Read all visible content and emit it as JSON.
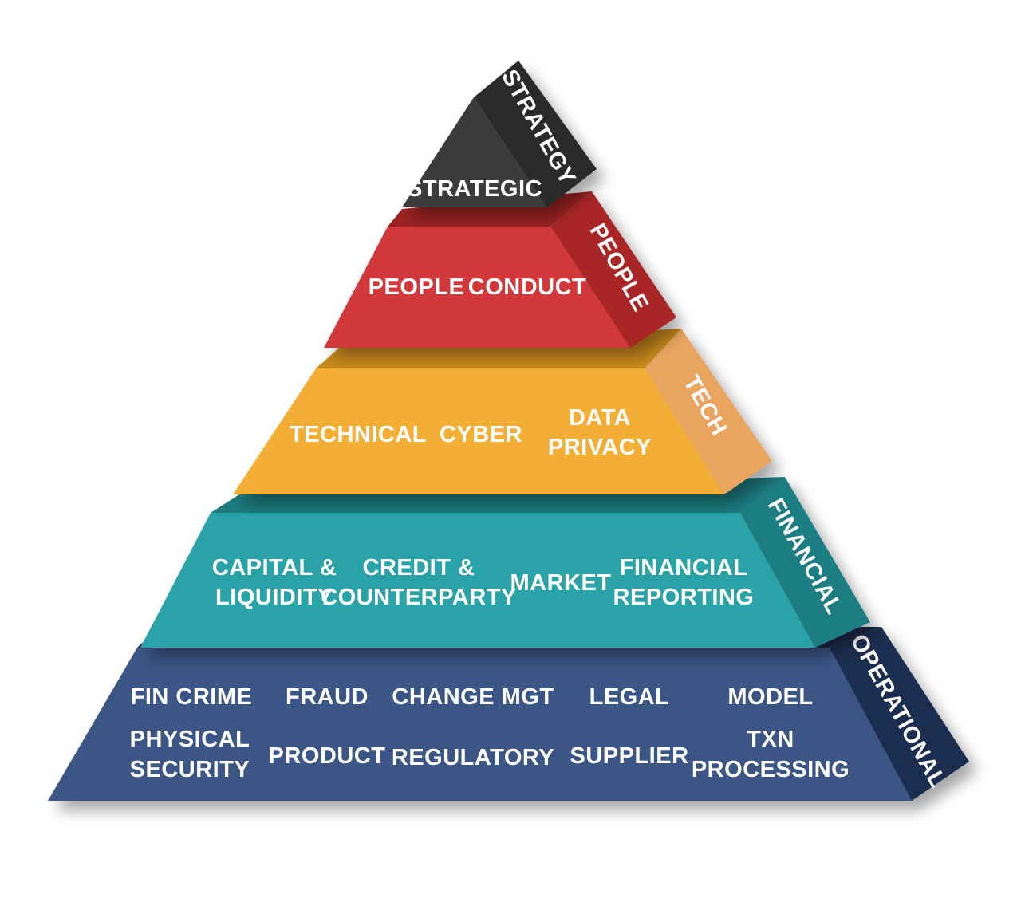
{
  "colors": {
    "strategy_front": "#3a3a3c",
    "strategy_side": "#2a2a2c",
    "people_front": "#d0393a",
    "people_side": "#a92628",
    "tech_front": "#f2ae36",
    "tech_side": "#e9a560",
    "financial_front": "#29a3a8",
    "financial_side": "#1b7d82",
    "operational_front": "#3a5485",
    "operational_side": "#1f2f4f",
    "text": "#ffffff"
  },
  "tiers": [
    {
      "side_label": "STRATEGY",
      "items": [
        "STRATEGIC"
      ]
    },
    {
      "side_label": "PEOPLE",
      "items": [
        "PEOPLE",
        "CONDUCT"
      ]
    },
    {
      "side_label": "TECH",
      "items": [
        "TECHNICAL",
        "CYBER",
        "DATA",
        "PRIVACY"
      ]
    },
    {
      "side_label": "FINANCIAL",
      "items": [
        "CAPITAL &",
        "LIQUIDITY",
        "CREDIT &",
        "COUNTERPARTY",
        "MARKET",
        "FINANCIAL",
        "REPORTING"
      ]
    },
    {
      "side_label": "OPERATIONAL",
      "items": [
        "FIN CRIME",
        "FRAUD",
        "CHANGE MGT",
        "LEGAL",
        "MODEL",
        "PHYSICAL",
        "SECURITY",
        "PRODUCT",
        "REGULATORY",
        "SUPPLIER",
        "TXN",
        "PROCESSING"
      ]
    }
  ]
}
